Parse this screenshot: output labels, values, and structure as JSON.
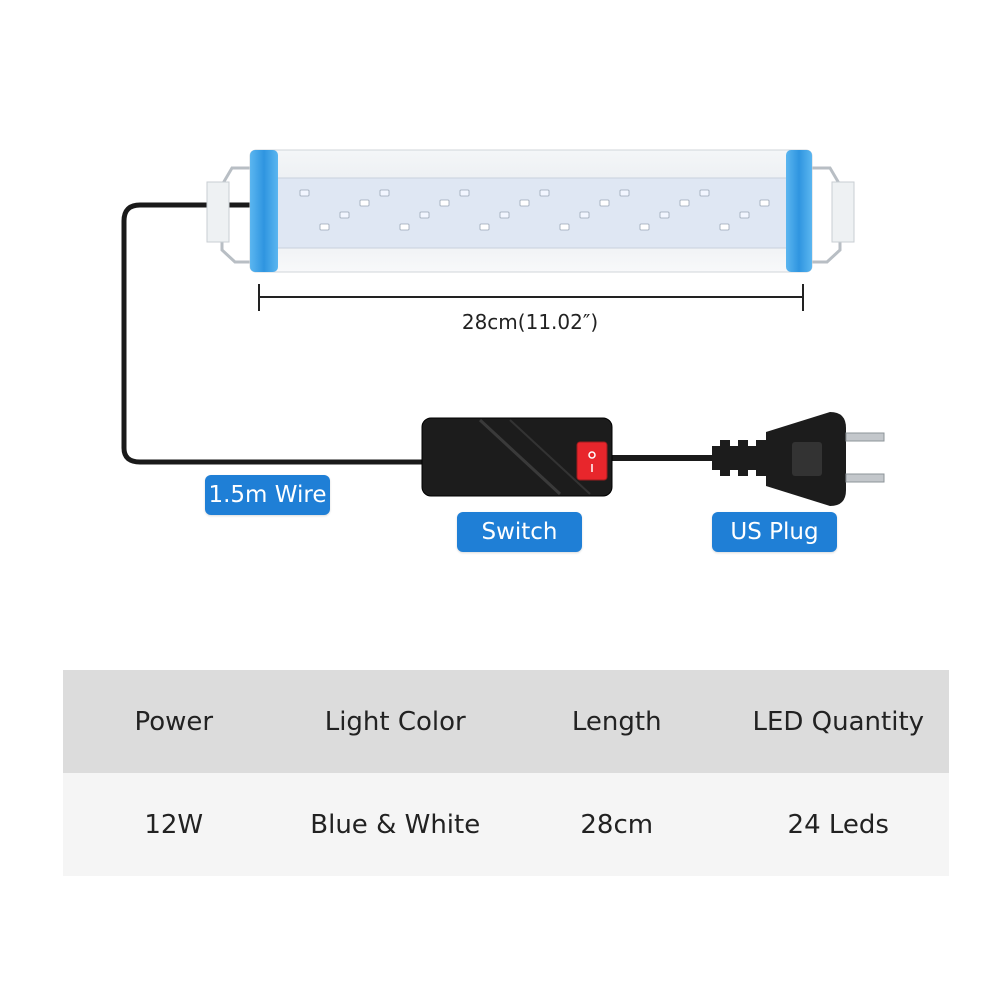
{
  "dimension_label": "28cm(11.02″)",
  "callouts": {
    "wire": "1.5m Wire",
    "switch": "Switch",
    "plug": "US Plug"
  },
  "colors": {
    "callout_bg": "#1f7fd6",
    "lamp_end_cap": "#3ea3e8",
    "switch_red": "#e8262c",
    "table_header_bg": "#dcdcdc",
    "table_row_bg": "#f5f5f5"
  },
  "spec_table": {
    "headers": [
      "Power",
      "Light Color",
      "Length",
      "LED Quantity"
    ],
    "values": [
      "12W",
      "Blue & White",
      "28cm",
      "24 Leds"
    ]
  }
}
